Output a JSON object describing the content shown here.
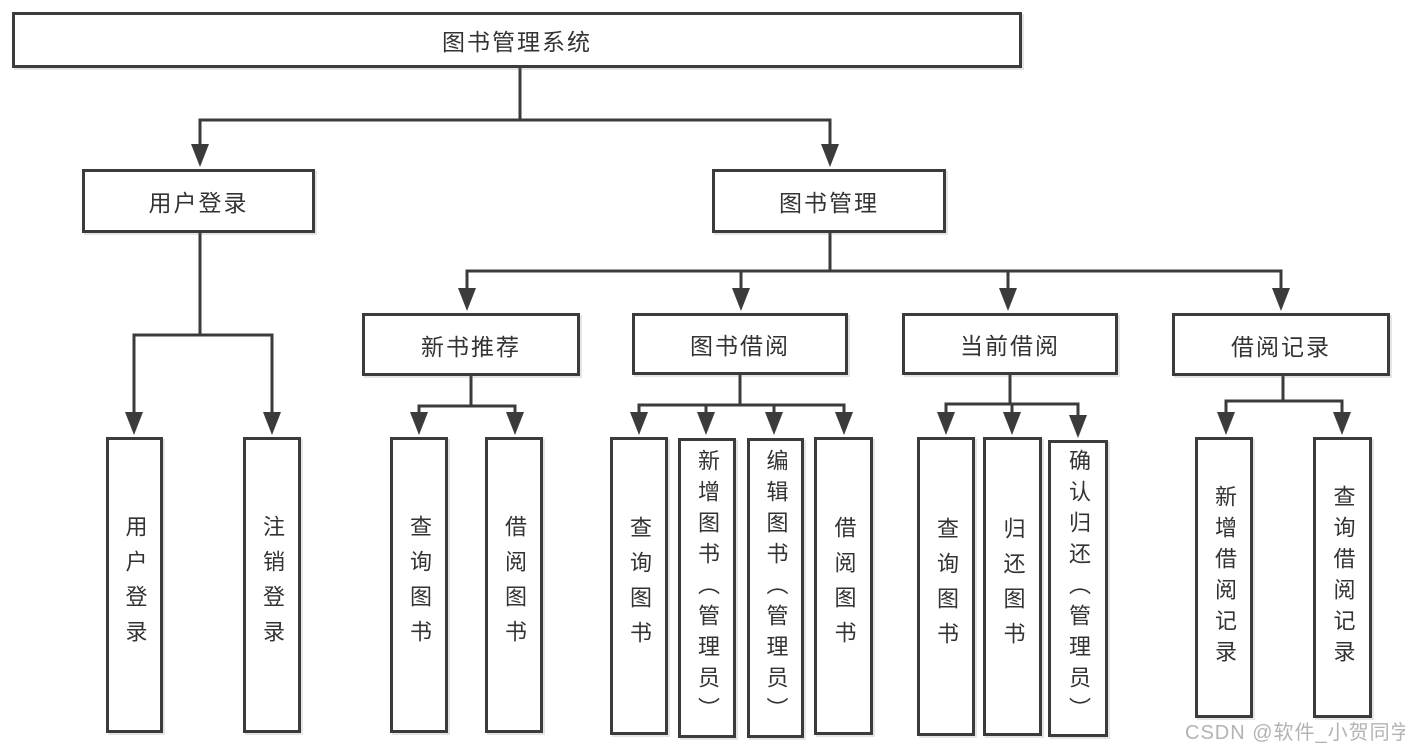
{
  "diagram": {
    "root": {
      "label": "图书管理系统"
    },
    "level2": {
      "user_login": {
        "label": "用户登录"
      },
      "book_manage": {
        "label": "图书管理"
      }
    },
    "level3": {
      "new_book": {
        "label": "新书推荐"
      },
      "book_borrow": {
        "label": "图书借阅"
      },
      "current_borrow": {
        "label": "当前借阅"
      },
      "borrow_records": {
        "label": "借阅记录"
      }
    },
    "leaves": {
      "user_login": [
        "用户登录",
        "注销登录"
      ],
      "new_book": [
        "查询图书",
        "借阅图书"
      ],
      "book_borrow": [
        "查询图书",
        "新增图书（管理员）",
        "编辑图书（管理员）",
        "借阅图书"
      ],
      "current_borrow": [
        "查询图书",
        "归还图书",
        "确认归还（管理员）"
      ],
      "borrow_records": [
        "新增借阅记录",
        "查询借阅记录"
      ]
    },
    "colors": {
      "line": "#3b3b3b",
      "box_border": "#3b3b3b",
      "text": "#333333",
      "background": "#ffffff",
      "watermark": "#b3b3b3"
    }
  },
  "watermark": {
    "text": "CSDN @软件_小贺同学"
  }
}
